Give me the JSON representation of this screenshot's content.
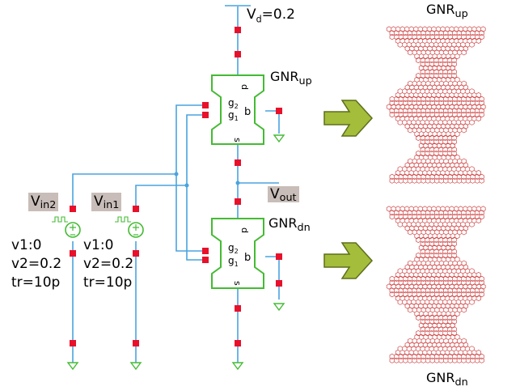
{
  "vd_label": {
    "main": "V",
    "sub": "d",
    "rest": "=0.2"
  },
  "gnr_up_label": {
    "main": "GNR",
    "sub": "up"
  },
  "gnr_dn_label": {
    "main": "GNR",
    "sub": "dn"
  },
  "vout_label": {
    "main": "V",
    "sub": "out"
  },
  "vin2_label": {
    "main": "V",
    "sub": "in2"
  },
  "vin1_label": {
    "main": "V",
    "sub": "in1"
  },
  "source_vin2": {
    "lines": [
      "v1:0",
      "v2=0.2",
      "tr=10p"
    ]
  },
  "source_vin1": {
    "lines": [
      "v1:0",
      "v2=0.2",
      "tr=10p"
    ]
  },
  "device_pins": {
    "drain": "d",
    "source": "s",
    "back_gate": "b",
    "gate2": "g",
    "gate2_sub": "2",
    "gate1": "g",
    "gate1_sub": "1"
  },
  "lattice_top_label": {
    "main": "GNR",
    "sub": "up"
  },
  "lattice_bottom_label": {
    "main": "GNR",
    "sub": "dn"
  },
  "colors": {
    "wire": "#4aa3df",
    "device": "#44bb33",
    "node": "#e8102a",
    "arrow_fill": "#a4bd3a",
    "arrow_stroke": "#5d6e1c",
    "lattice": "#d04a4a",
    "label_box": "#c8bdb8"
  }
}
